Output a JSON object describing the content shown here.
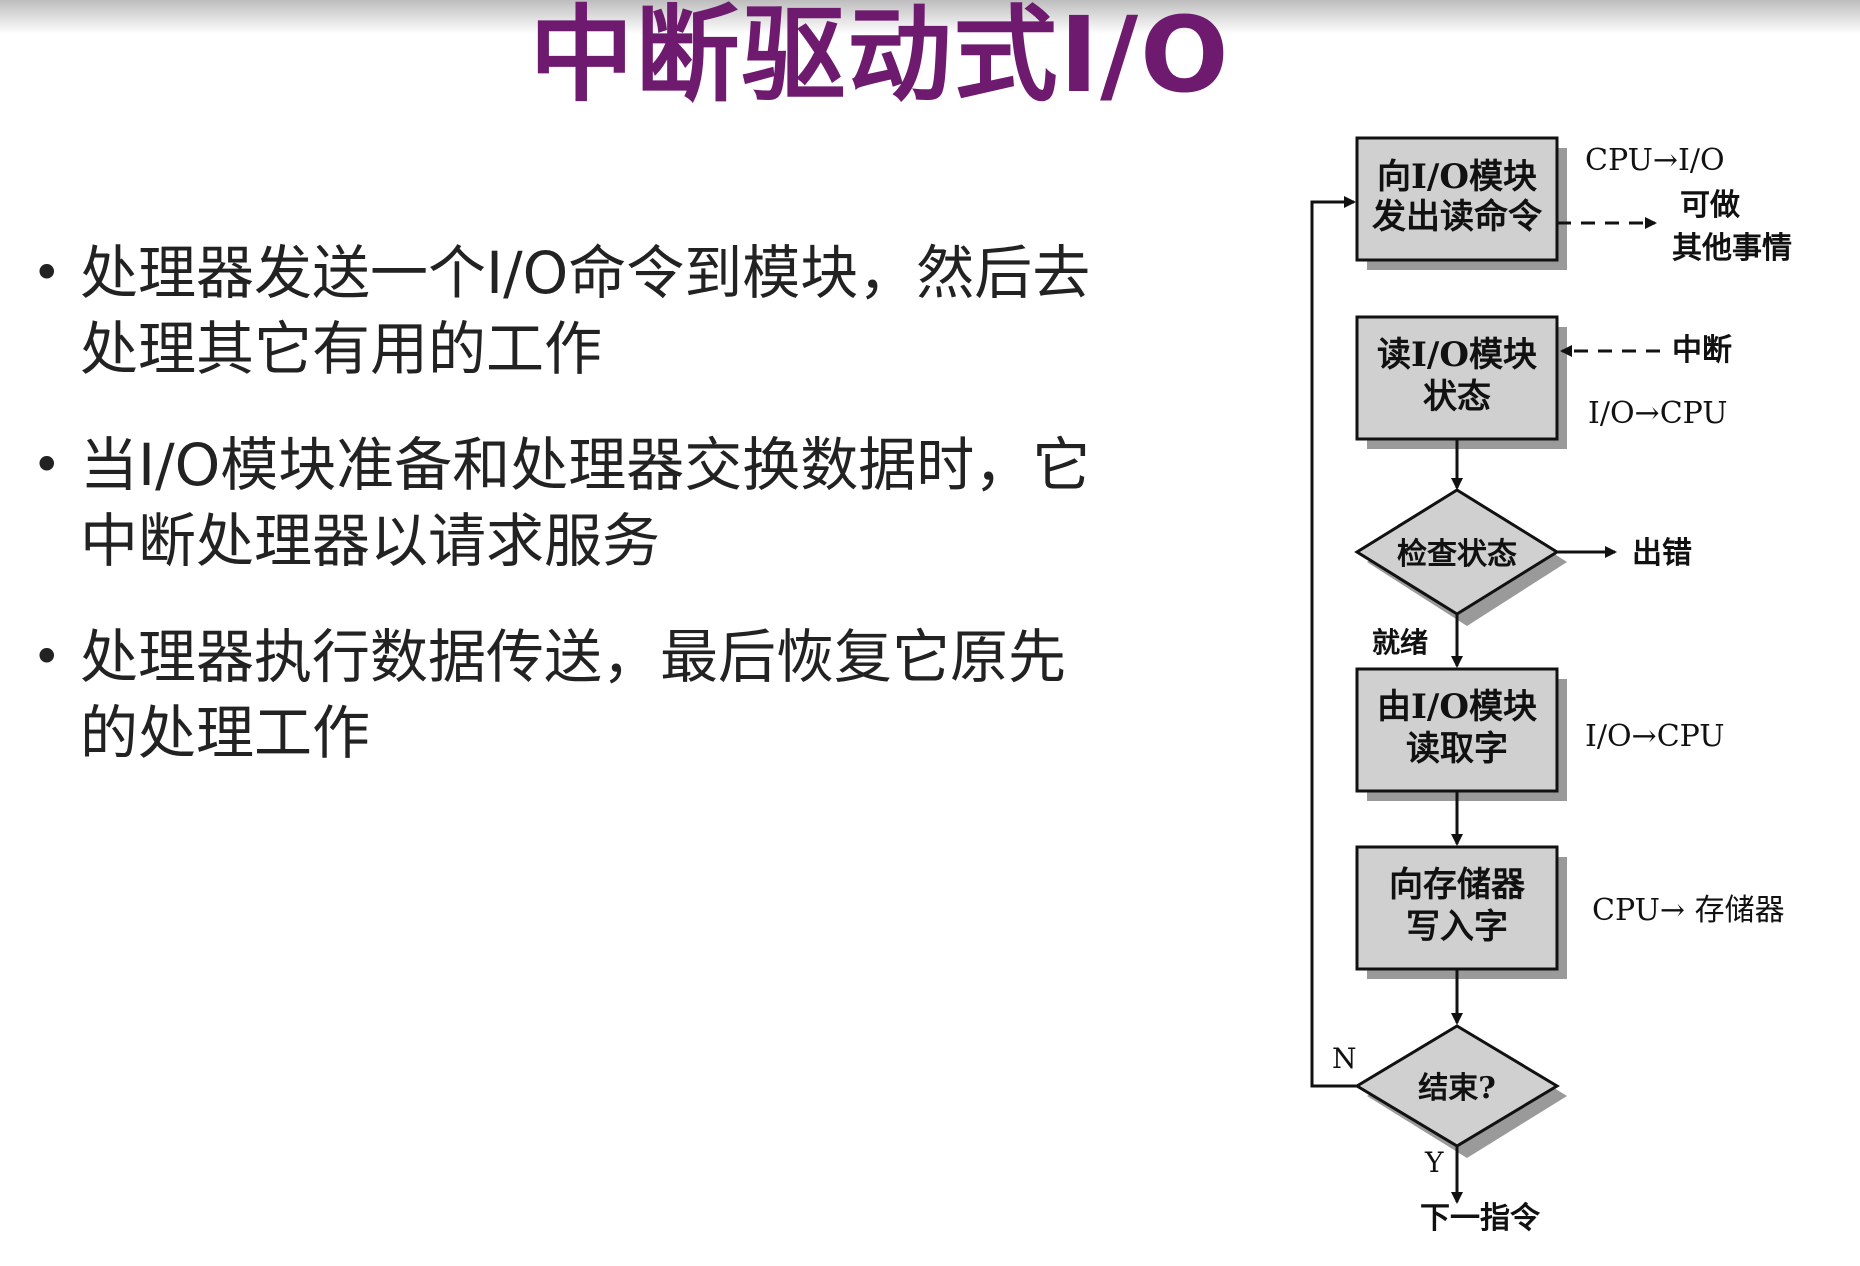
{
  "title": "中断驱动式I/O",
  "bullets": [
    "处理器发送一个I/O命令到模块，然后去处理其它有用的工作",
    "当I/O模块准备和处理器交换数据时，它中断处理器以请求服务",
    "处理器执行数据传送，最后恢复它原先的处理工作"
  ],
  "flowchart": {
    "step1": [
      "向I/O模块",
      "发出读命令"
    ],
    "step1_side": "CPU→I/O",
    "step1_note": [
      "可做",
      "其他事情"
    ],
    "step2": [
      "读I/O模块",
      "状态"
    ],
    "interrupt_label": "中断",
    "step2_side": "I/O→CPU",
    "check": "检查状态",
    "error_label": "出错",
    "ready_label": "就绪",
    "step3": [
      "由I/O模块",
      "读取字"
    ],
    "step3_side": "I/O→CPU",
    "step4": [
      "向存储器",
      "写入字"
    ],
    "step4_side": "CPU→ 存储器",
    "done": "结束?",
    "no_label": "N",
    "yes_label": "Y",
    "next_label": "下一指令"
  }
}
